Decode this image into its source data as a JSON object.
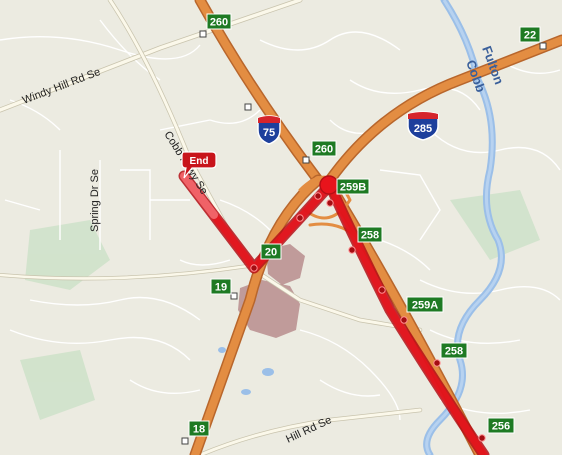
{
  "colors": {
    "background": "#ecebe1",
    "minor_road": "#ffffff",
    "major_road": "#f4f0d8",
    "highway": "#e38d42",
    "river": "#9bbfe8",
    "park": "#b9dbb8",
    "development": "#b88d8d",
    "route": "#e8141c",
    "exit_sign": "#1e7a23",
    "interstate_blue": "#1d3f9c",
    "interstate_red": "#d5242b"
  },
  "road_labels": {
    "windy_hill": "Windy Hill Rd Se",
    "spring_dr": "Spring Dr Se",
    "cobb_pkwy": "Cobb Pkwy Se",
    "hill_rd": "Hill Rd Se"
  },
  "region_labels": {
    "fulton": "Fulton",
    "cobb": "Cobb"
  },
  "interstates": {
    "i75": "75",
    "i285": "285"
  },
  "exits": {
    "e260_top": "260",
    "e22": "22",
    "e260_mid": "260",
    "e259b": "259B",
    "e258_a": "258",
    "e20": "20",
    "e19": "19",
    "e259a": "259A",
    "e258_b": "258",
    "e18": "18",
    "e256": "256"
  },
  "marker": {
    "end_label": "End"
  }
}
